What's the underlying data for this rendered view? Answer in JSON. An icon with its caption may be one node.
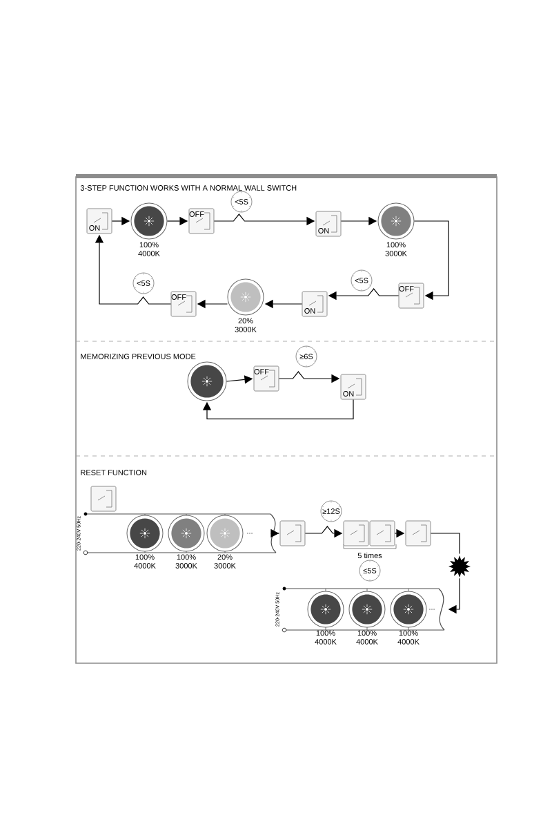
{
  "diagram": {
    "nodes": [
      {
        "text": [
          "ON"
        ]
      },
      {
        "text": [],
        "shape": "circle",
        "beside": [
          "100% 4000K"
        ]
      },
      {
        "text": [
          "OFF"
        ]
      },
      {
        "text": [
          "<5S"
        ]
      },
      {
        "text": [
          "ON"
        ]
      },
      {
        "text": [],
        "shape": "circle",
        "beside": [
          "100% 3000K"
        ]
      },
      {
        "text": [
          "OFF"
        ]
      },
      {
        "text": [
          "<5S"
        ]
      },
      {
        "text": [
          "ON"
        ]
      },
      {
        "text": [],
        "shape": "circle",
        "beside": [
          "20% 3000K"
        ]
      },
      {
        "text": [
          "OFF"
        ]
      },
      {
        "text": [
          "<5S"
        ]
      },
      {
        "text": [],
        "shape": "circle"
      },
      {
        "text": [
          "OFF"
        ]
      },
      {
        "text": [
          "≥6S"
        ]
      },
      {
        "text": [
          "ON"
        ]
      },
      {
        "text": [],
        "shape": "box"
      },
      {
        "text": [],
        "shape": "circuit"
      },
      {
        "text": [],
        "shape": "circle",
        "beside": [
          "100% 4000K"
        ],
        "in": 17
      },
      {
        "text": [],
        "shape": "circle",
        "beside": [
          "100% 3000K"
        ],
        "in": 17
      },
      {
        "text": [],
        "shape": "circle",
        "beside": [
          "20% 3000K"
        ],
        "in": 17
      },
      {
        "text": [],
        "shape": "box"
      },
      {
        "text": [
          "≥12S"
        ]
      },
      {
        "text": [],
        "shape": "box"
      },
      {
        "text": [],
        "shape": "box"
      },
      {
        "text": [],
        "shape": "box"
      },
      {
        "text": [
          "≤5S"
        ]
      },
      {
        "text": [],
        "shape": "star"
      },
      {
        "text": [],
        "shape": "circuit"
      },
      {
        "text": [],
        "shape": "circle",
        "beside": [
          "100% 4000K"
        ],
        "in": 28
      },
      {
        "text": [],
        "shape": "circle",
        "beside": [
          "100% 4000K"
        ],
        "in": 28
      },
      {
        "text": [],
        "shape": "circle",
        "beside": [
          "100% 4000K"
        ],
        "in": 28
      }
    ],
    "edges": [
      {
        "from": 0,
        "to": 1,
        "arrow": "to"
      },
      {
        "from": 1,
        "to": 2,
        "arrow": "to"
      },
      {
        "from": 2,
        "to": 4,
        "arrow": "to"
      },
      {
        "from": 4,
        "to": 5,
        "arrow": "to"
      },
      {
        "from": 5,
        "to": 6,
        "arrow": "to"
      },
      {
        "from": 6,
        "to": 8,
        "arrow": "to"
      },
      {
        "from": 8,
        "to": 9,
        "arrow": "to"
      },
      {
        "from": 9,
        "to": 10,
        "arrow": "to"
      },
      {
        "from": 10,
        "to": 0,
        "arrow": "to"
      },
      {
        "from": 12,
        "to": 13,
        "arrow": "to"
      },
      {
        "from": 13,
        "to": 15,
        "arrow": "to"
      },
      {
        "from": 15,
        "to": 12,
        "arrow": "to"
      },
      {
        "from": 17,
        "to": 21,
        "arrow": "to"
      },
      {
        "from": 21,
        "to": 23,
        "arrow": "to"
      },
      {
        "from": 24,
        "to": 25,
        "arrow": "to"
      },
      {
        "from": 25,
        "to": 27,
        "arrow": "none"
      },
      {
        "from": 27,
        "to": 28,
        "arrow": "to"
      }
    ],
    "labels": [
      "3-STEP FUNCTION WORKS WITH A NORMAL WALL SWITCH",
      "MEMORIZING PREVIOUS MODE",
      "RESET FUNCTION",
      "220-240V 50Hz",
      "...",
      "5 times",
      "220-240V 50Hz",
      "..."
    ]
  }
}
